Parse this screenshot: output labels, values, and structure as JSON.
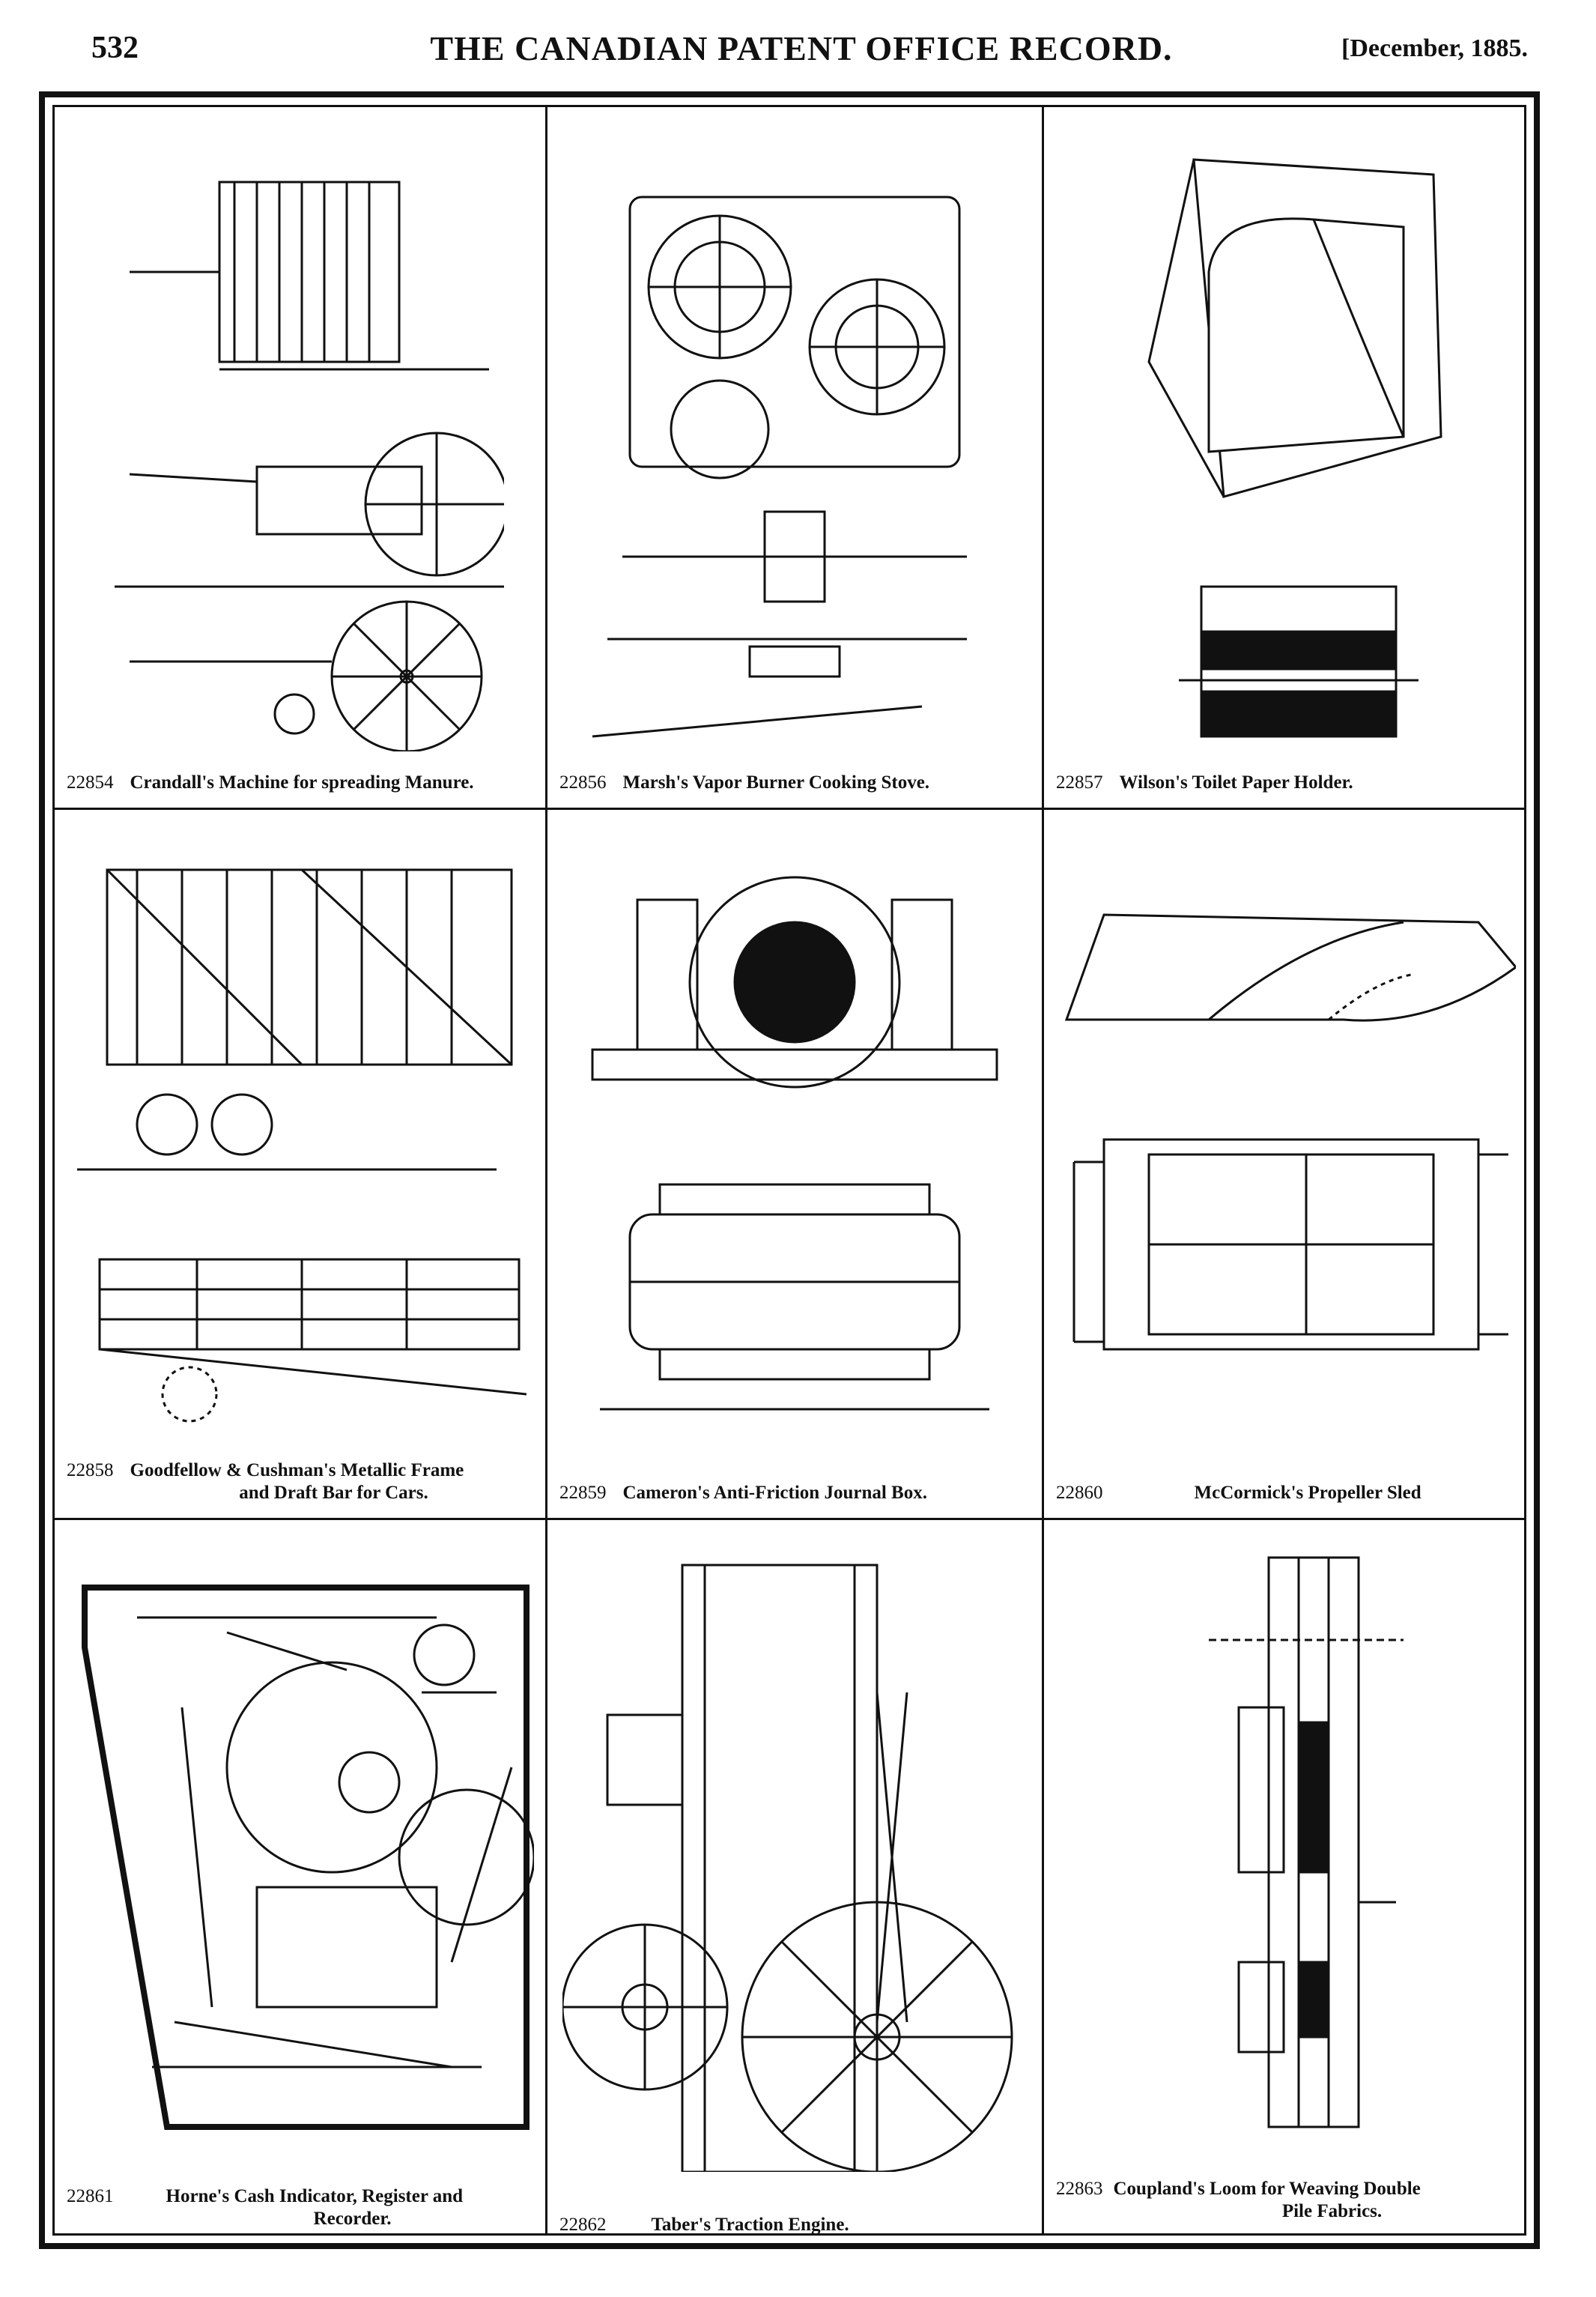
{
  "header": {
    "page_number": "532",
    "title": "THE CANADIAN PATENT OFFICE RECORD.",
    "date": "[December, 1885."
  },
  "patents": [
    {
      "number": "22854",
      "line1": "Crandall's Machine for spreading Manure.",
      "line2": ""
    },
    {
      "number": "22856",
      "line1": "Marsh's Vapor Burner Cooking Stove.",
      "line2": ""
    },
    {
      "number": "22857",
      "line1": "Wilson's Toilet Paper Holder.",
      "line2": ""
    },
    {
      "number": "22858",
      "line1": "Goodfellow & Cushman's Metallic Frame",
      "line2": "and Draft Bar for Cars."
    },
    {
      "number": "22859",
      "line1": "Cameron's Anti-Friction Journal Box.",
      "line2": ""
    },
    {
      "number": "22860",
      "line1": "McCormick's Propeller Sled",
      "line2": ""
    },
    {
      "number": "22861",
      "line1": "Horne's Cash Indicator, Register and",
      "line2": "Recorder."
    },
    {
      "number": "22862",
      "line1": "Taber's Traction Engine.",
      "line2": ""
    },
    {
      "number": "22863",
      "line1": "Coupland's Loom for Weaving Double",
      "line2": "Pile Fabrics."
    }
  ]
}
